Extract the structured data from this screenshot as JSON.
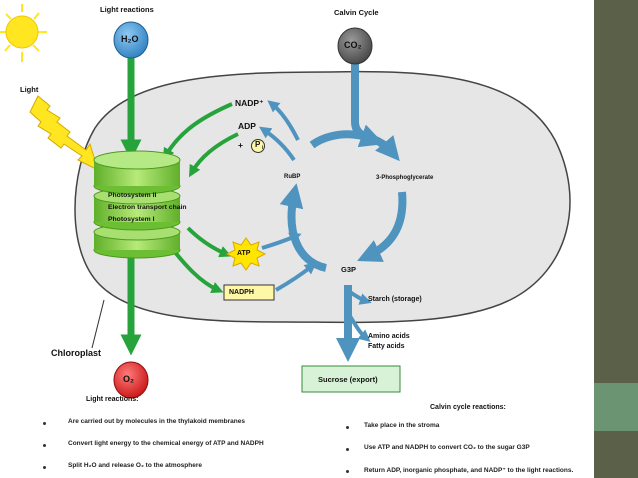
{
  "titles": {
    "light": "Light reactions",
    "calvin": "Calvin Cycle"
  },
  "labels": {
    "light": "Light",
    "h2o": "H₂O",
    "co2": "CO₂",
    "o2": "O₂",
    "nadp": "NADP⁺",
    "adp": "ADP",
    "plus": "+",
    "pi": "P",
    "pi_sub": "i",
    "atp": "ATP",
    "nadph": "NADPH",
    "ps2": "Photosystem II",
    "etc": "Electron transport chain",
    "ps1": "Photosystem I",
    "rubp": "RuBP",
    "pg3": "3-Phosphoglycerate",
    "g3p": "G3P",
    "starch": "Starch (storage)",
    "amino": "Amino acids",
    "fatty": "Fatty acids",
    "sucrose": "Sucrose (export)",
    "chloroplast": "Chloroplast"
  },
  "light_reactions": {
    "heading": "Light reactions:",
    "bullets": [
      "Are carried out by molecules in the thylakoid membranes",
      "Convert light energy to the chemical energy of ATP and NADPH",
      "Split H₂O and release O₂ to the atmosphere"
    ]
  },
  "calvin_reactions": {
    "heading": "Calvin cycle reactions:",
    "bullets": [
      "Take place in the stroma",
      "Use ATP and NADPH to convert CO₂ to the sugar G3P",
      "Return ADP, inorganic phosphate, and NADP⁺ to the light reactions."
    ]
  },
  "colors": {
    "sidebar": "#5b6148",
    "sidebar_accent": "#6b9472",
    "green_arrow": "#27a33b",
    "blue_arrow": "#4f93bf",
    "chloroplast": "#e6e6e6",
    "thylakoid": "#8ed14a",
    "h2o": "#3f95d3",
    "co2": "#555555",
    "o2": "#e52424",
    "atp": "#ffe500",
    "nadph": "#fff7a8",
    "sucrose": "#d7f2d6",
    "sun": "#ffe620"
  },
  "icons": [
    "sun-icon",
    "lightning-icon",
    "phosphate-icon",
    "atp-starburst-icon"
  ]
}
